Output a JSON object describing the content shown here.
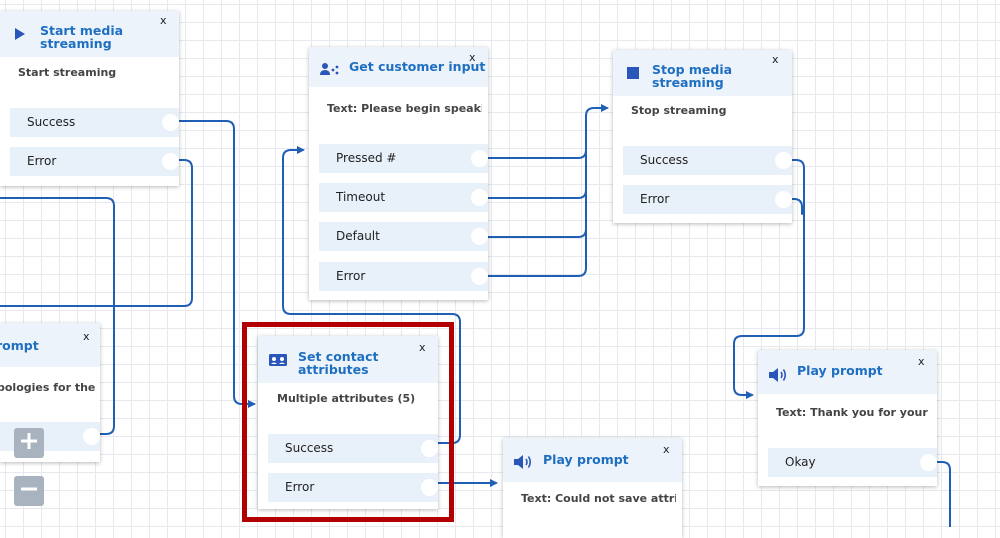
{
  "canvas": {
    "colors": {
      "connector": "#1f5fb4",
      "highlight": "#b20000",
      "title": "#1f6fc1",
      "branch_bg": "#e8f0fa"
    }
  },
  "blocks": {
    "start_media_streaming": {
      "title": "Start media streaming",
      "icon": "play-icon",
      "close": "x",
      "description": "Start streaming",
      "branches": [
        "Success",
        "Error"
      ]
    },
    "get_customer_input": {
      "title": "Get customer input",
      "icon": "customer-input-icon",
      "close": "x",
      "description": "Text: Please begin speaking...",
      "branches": [
        "Pressed #",
        "Timeout",
        "Default",
        "Error"
      ]
    },
    "stop_media_streaming": {
      "title": "Stop media streaming",
      "icon": "stop-icon",
      "close": "x",
      "description": "Stop streaming",
      "branches": [
        "Success",
        "Error"
      ]
    },
    "play_prompt_left": {
      "title": "rompt",
      "icon": "",
      "close": "x",
      "description": "pologies for the ..."
    },
    "set_contact_attributes": {
      "title": "Set contact attributes",
      "icon": "contact-attributes-icon",
      "close": "x",
      "description": "Multiple attributes (5)",
      "branches": [
        "Success",
        "Error"
      ]
    },
    "play_prompt_bottom": {
      "title": "Play prompt",
      "icon": "speaker-icon",
      "close": "x",
      "description": "Text: Could not save attrib..."
    },
    "play_prompt_right": {
      "title": "Play prompt",
      "icon": "speaker-icon",
      "close": "x",
      "description": "Text: Thank you for your m...",
      "branches": [
        "Okay"
      ]
    }
  },
  "zoom": {
    "in_icon": "plus-icon",
    "out_icon": "minus-icon"
  }
}
